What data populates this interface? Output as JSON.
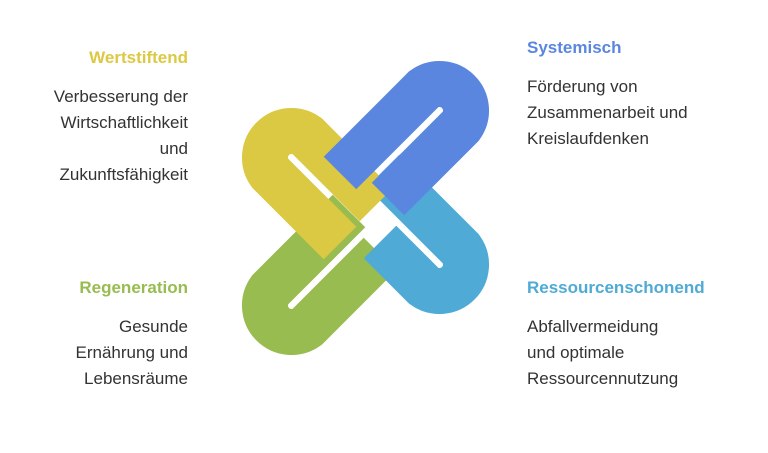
{
  "quadrants": {
    "top_left": {
      "title": "Wertstiftend",
      "lines": [
        "Verbesserung der",
        "Wirtschaftlichkeit",
        "und",
        "Zukunftsfähigkeit"
      ]
    },
    "top_right": {
      "title": "Systemisch",
      "lines": [
        "Förderung von",
        "Zusammenarbeit und",
        "Kreislaufdenken"
      ]
    },
    "bottom_left": {
      "title": "Regeneration",
      "lines": [
        "Gesunde",
        "Ernährung und",
        "Lebensräume"
      ]
    },
    "bottom_right": {
      "title": "Ressourcenschonend",
      "lines": [
        "Abfallvermeidung",
        "und optimale",
        "Ressourcennutzung"
      ]
    }
  },
  "colors": {
    "yellow": "#DCC943",
    "blue": "#5B86E0",
    "green": "#98BC50",
    "lightblue": "#4FAAD6"
  }
}
